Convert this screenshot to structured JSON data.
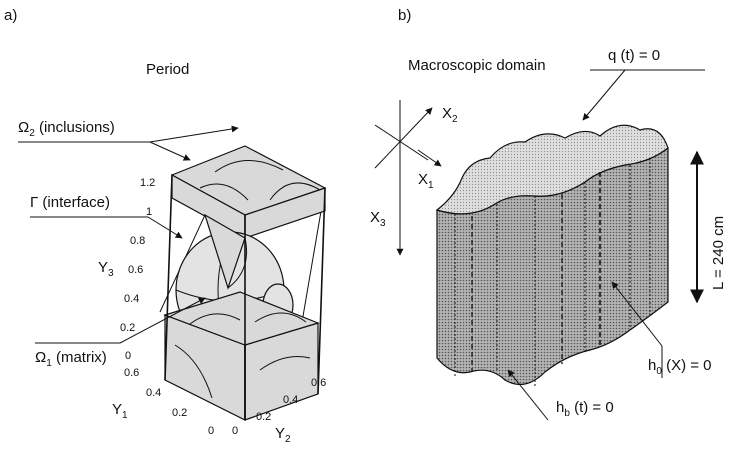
{
  "panel_a": {
    "letter": "a)",
    "title": "Period",
    "omega2_sym": "Ω",
    "omega2_sub": "2",
    "omega2_text": " (inclusions)",
    "gamma_text": "Γ (interface)",
    "omega1_sym": "Ω",
    "omega1_sub": "1",
    "omega1_text": " (matrix)",
    "y3_sym": "Y",
    "y3_sub": "3",
    "y1_sym": "Y",
    "y1_sub": "1",
    "y2_sym": "Y",
    "y2_sub": "2",
    "y3_ticks": [
      "1.2",
      "1",
      "0.8",
      "0.6",
      "0.4",
      "0.2",
      "0"
    ],
    "y1_ticks": [
      "0.6",
      "0.4",
      "0.2",
      "0"
    ],
    "y2_ticks": [
      "0",
      "0.2",
      "0.4",
      "0.6"
    ]
  },
  "panel_b": {
    "letter": "b)",
    "title": "Macroscopic domain",
    "q_label": "q (t) = 0",
    "x2_sym": "X",
    "x2_sub": "2",
    "x1_sym": "X",
    "x1_sub": "1",
    "x3_sym": "X",
    "x3_sub": "3",
    "length_label": "L = 240 cm",
    "h0_sym": "h",
    "h0_sub": "0",
    "h0_text": " (X) = 0",
    "hb_sym": "h",
    "hb_sub": "b",
    "hb_text": " (t) = 0"
  },
  "colors": {
    "ink": "#111111",
    "inclusion_fill": "#d9d9d9",
    "top_surface": "#cfcfcf",
    "side_surface": "#9a9a9a"
  }
}
